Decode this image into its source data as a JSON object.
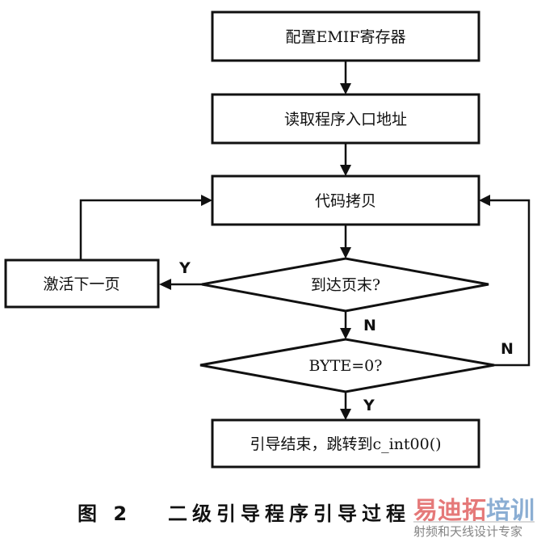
{
  "nodes": {
    "config_emif": "配置EMIF寄存器",
    "read_entry": "读取程序入口地址",
    "code_copy": "代码拷贝",
    "page_end": "到达页末?",
    "activate_next": "激活下一页",
    "byte_zero": "BYTE=0?",
    "finish": "引导结束，跳转到c_int00()"
  },
  "labels": {
    "y1": "Y",
    "n1": "N",
    "n2": "N",
    "y2": "Y"
  },
  "caption": {
    "figure": "图 2",
    "title": "二级引导程序引导过程"
  },
  "watermark": {
    "brand_a": "易迪拓",
    "brand_b": "培训",
    "slogan": "射频和天线设计专家"
  },
  "colors": {
    "brand_a": "#e36b6b",
    "brand_b": "#7fa6cf"
  }
}
